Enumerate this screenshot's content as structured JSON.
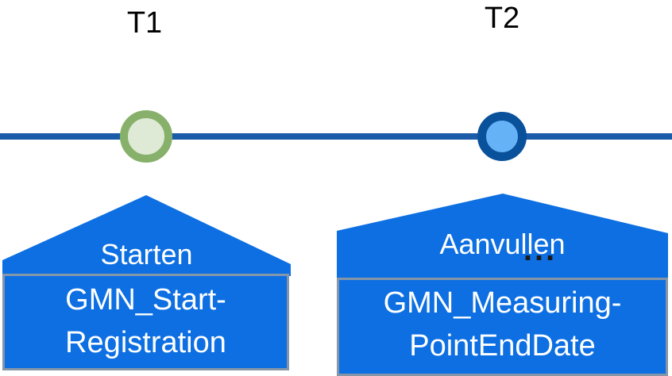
{
  "diagram": {
    "type": "timeline",
    "milestones": [
      {
        "label": "T1",
        "action": "Starten",
        "code_line1": "GMN_Start-",
        "code_line2": "Registration",
        "marker_ring_color": "#87b16b",
        "marker_fill_color": "#deead6"
      },
      {
        "label": "T2",
        "action": "Aanvullen",
        "ellipsis": "...",
        "code_line1": "GMN_Measuring-",
        "code_line2": "PointEndDate",
        "marker_ring_color": "#09519b",
        "marker_fill_color": "#66b2f6"
      }
    ],
    "colors": {
      "callout_blue": "#0d6fe2",
      "timeline_blue": "#1b5ca9",
      "box_border_gray": "#8596a9",
      "ellipsis_color": "#1a1a1a",
      "text_white": "#ffffff",
      "label_black": "#000000"
    }
  }
}
